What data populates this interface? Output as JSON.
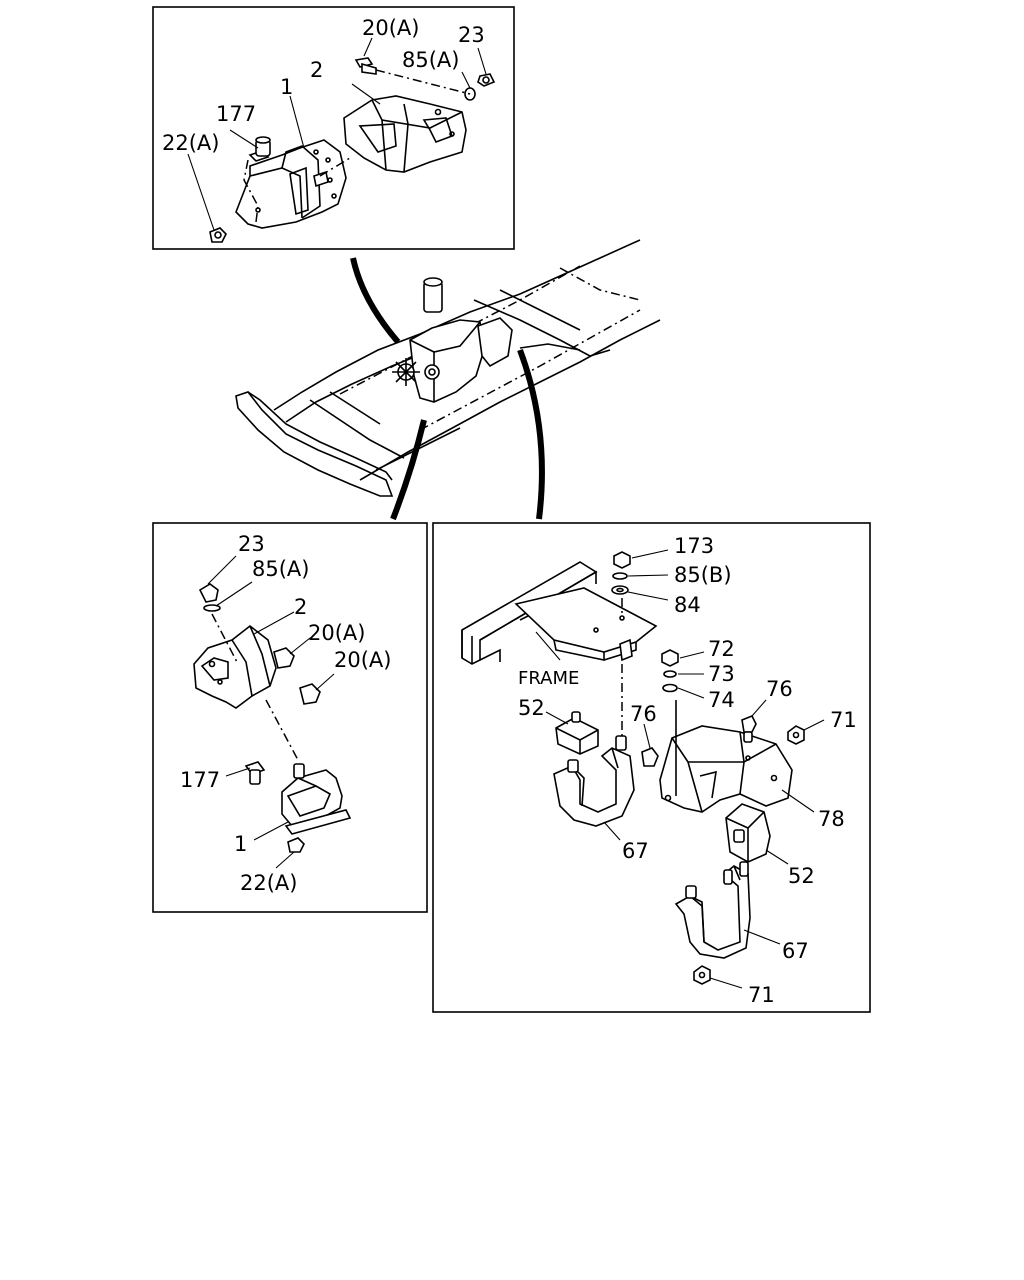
{
  "labels": {
    "tl_20a": "20(A)",
    "tl_23": "23",
    "tl_85a": "85(A)",
    "tl_2": "2",
    "tl_1": "1",
    "tl_177": "177",
    "tl_22a": "22(A)",
    "bl_23": "23",
    "bl_85a": "85(A)",
    "bl_2": "2",
    "bl_20a_1": "20(A)",
    "bl_20a_2": "20(A)",
    "bl_177": "177",
    "bl_1": "1",
    "bl_22a": "22(A)",
    "br_173": "173",
    "br_85b": "85(B)",
    "br_84": "84",
    "br_frame": "FRAME",
    "br_72": "72",
    "br_73": "73",
    "br_74": "74",
    "br_76a": "76",
    "br_76b": "76",
    "br_71a": "71",
    "br_52a": "52",
    "br_78": "78",
    "br_67a": "67",
    "br_52b": "52",
    "br_67b": "67",
    "br_71b": "71"
  }
}
